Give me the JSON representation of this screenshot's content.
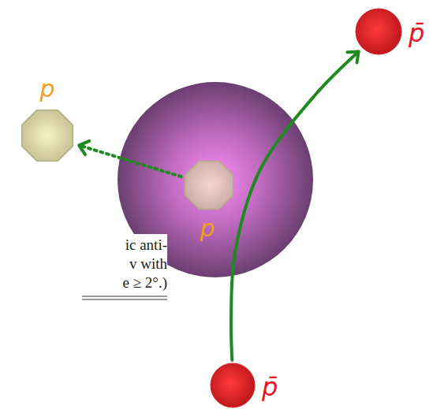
{
  "diagram": {
    "nodes": [
      {
        "text": [
          "p̄"
        ]
      },
      {
        "text": [
          "p"
        ]
      },
      {
        "text": [
          "p"
        ]
      },
      {
        "text": [
          "p̄"
        ]
      }
    ],
    "edges": [
      {
        "from": 3,
        "to": 0,
        "arrow": "to"
      },
      {
        "from": 2,
        "to": 1,
        "arrow": "to"
      }
    ],
    "labels": [
      "ic anti-",
      "v with",
      "e ≥ 2°.)"
    ]
  }
}
